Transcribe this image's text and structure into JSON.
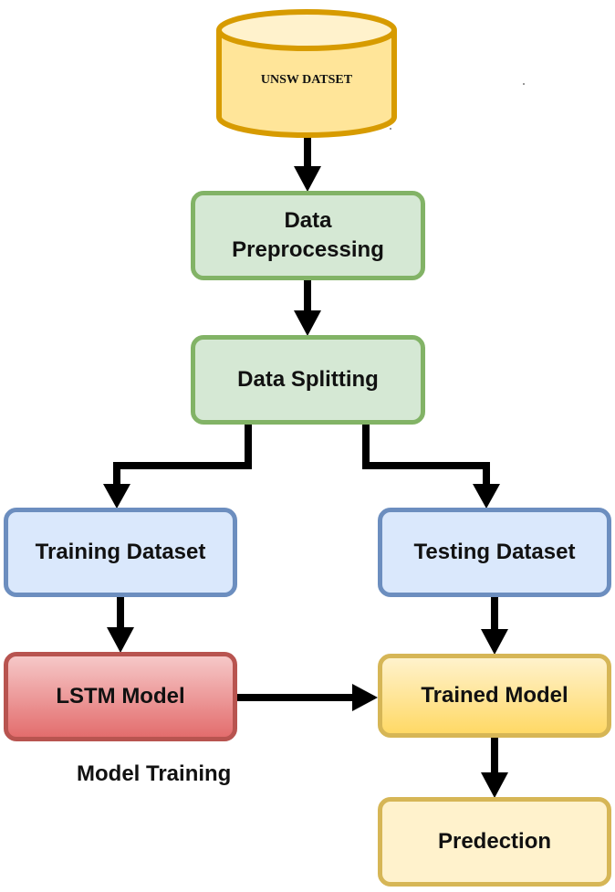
{
  "diagram": {
    "database": {
      "label": "UNSW DATSET"
    },
    "nodes": {
      "preprocessing": {
        "line1": "Data",
        "line2": "Preprocessing"
      },
      "splitting": {
        "label": "Data Splitting"
      },
      "training_dataset": {
        "label": "Training Dataset"
      },
      "testing_dataset": {
        "label": "Testing Dataset"
      },
      "lstm_model": {
        "label": "LSTM Model"
      },
      "trained_model": {
        "label": "Trained Model"
      },
      "prediction": {
        "label": "Predection"
      }
    },
    "caption": "Model Training",
    "colors": {
      "green_fill": "#d5e8d4",
      "green_border": "#82b366",
      "blue_fill": "#dae8fc",
      "blue_border": "#6c8ebf",
      "red_border": "#b85450",
      "yellow_fill": "#fff2cc",
      "yellow_border": "#d6b656",
      "db_fill": "#ffe599",
      "db_border": "#d79b00",
      "arrow": "#000000"
    }
  }
}
